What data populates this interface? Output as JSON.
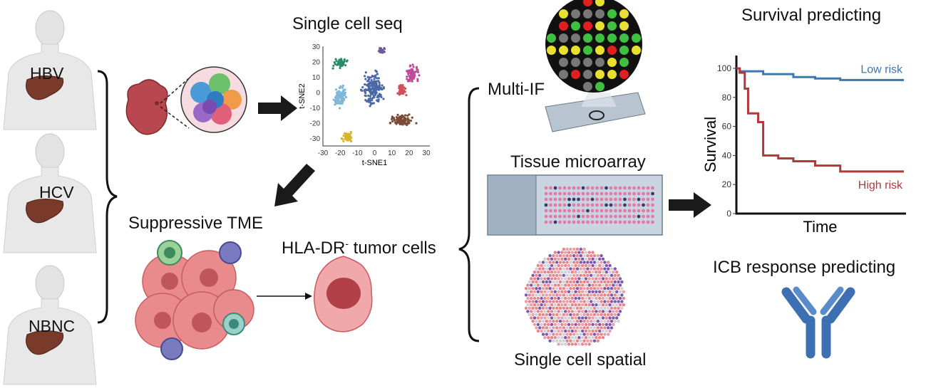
{
  "patients": [
    {
      "label": "HBV"
    },
    {
      "label": "HCV"
    },
    {
      "label": "NBNC"
    }
  ],
  "single_cell_seq": {
    "title": "Single cell seq"
  },
  "suppressive_tme": {
    "title": "Suppressive TME"
  },
  "hla_dr": {
    "prefix": "HLA-DR",
    "superscript": "-",
    "suffix": " tumor cells"
  },
  "validation": {
    "multi_if": "Multi-IF",
    "tissue_microarray": "Tissue microarray",
    "single_cell_spatial": "Single cell spatial"
  },
  "survival": {
    "title": "Survival predicting"
  },
  "icb": {
    "title": "ICB response predicting"
  },
  "colors": {
    "low_risk": "#3b78b0",
    "high_risk": "#b3383b",
    "antibody": "#3d70b2",
    "arrow": "#1a1a1a"
  },
  "chart_data": [
    {
      "type": "scatter",
      "title": "",
      "xlabel": "t-SNE1",
      "ylabel": "t-SNE2",
      "xlim": [
        -30,
        30
      ],
      "ylim": [
        -35,
        30
      ],
      "xticks": [
        "-30",
        "-20",
        "-10",
        "0",
        "10",
        "20",
        "30"
      ],
      "yticks": [
        "30",
        "20",
        "10",
        "0",
        "-10",
        "-20",
        "-30"
      ],
      "clusters": [
        {
          "name": "green",
          "center": [
            -20,
            19
          ],
          "spread": [
            5,
            4
          ],
          "n": 45,
          "color": "#2a8a6a"
        },
        {
          "name": "light-blue",
          "center": [
            -20,
            -3
          ],
          "spread": [
            5,
            9
          ],
          "n": 90,
          "color": "#7fb6d9"
        },
        {
          "name": "blue",
          "center": [
            -1,
            2
          ],
          "spread": [
            8,
            14
          ],
          "n": 170,
          "color": "#4a68a8"
        },
        {
          "name": "purple",
          "center": [
            4,
            27
          ],
          "spread": [
            3,
            3
          ],
          "n": 22,
          "color": "#6a5a9a"
        },
        {
          "name": "magenta",
          "center": [
            22,
            12
          ],
          "spread": [
            5,
            7
          ],
          "n": 70,
          "color": "#c24a9a"
        },
        {
          "name": "red",
          "center": [
            16,
            1
          ],
          "spread": [
            3.5,
            6
          ],
          "n": 45,
          "color": "#d2505a"
        },
        {
          "name": "brown",
          "center": [
            16,
            -18
          ],
          "spread": [
            9,
            5
          ],
          "n": 90,
          "color": "#7a4a36"
        },
        {
          "name": "yellow",
          "center": [
            -16,
            -29
          ],
          "spread": [
            4,
            4
          ],
          "n": 40,
          "color": "#d9b524"
        }
      ]
    },
    {
      "type": "line",
      "title": "Survival predicting",
      "xlabel": "Time",
      "ylabel": "Survival",
      "xlim": [
        0,
        100
      ],
      "ylim": [
        0,
        105
      ],
      "yticks": [
        "0",
        "20",
        "40",
        "60",
        "80",
        "100"
      ],
      "series": [
        {
          "name": "Low risk",
          "step": true,
          "x": [
            0,
            2,
            16,
            34,
            47,
            62,
            100
          ],
          "y": [
            100,
            98,
            96,
            94,
            93,
            92,
            92
          ]
        },
        {
          "name": "High risk",
          "step": true,
          "x": [
            0,
            2,
            5,
            7,
            13,
            16,
            25,
            34,
            47,
            62,
            100
          ],
          "y": [
            100,
            97,
            86,
            69,
            63,
            40,
            38,
            36,
            33,
            29,
            29
          ]
        }
      ]
    }
  ]
}
